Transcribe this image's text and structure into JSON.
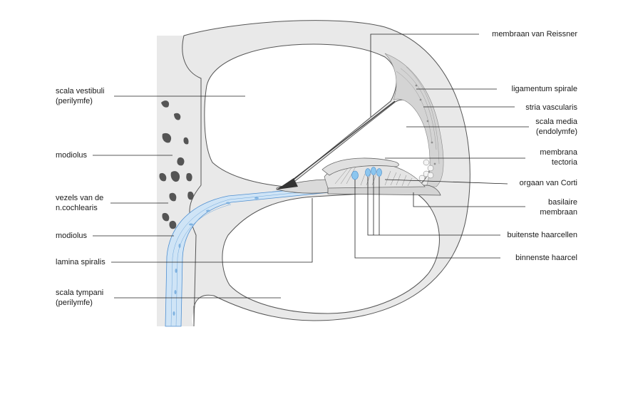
{
  "colors": {
    "bone": "#e9e9e9",
    "bone_edge": "#555555",
    "nerve": "#cfe4f6",
    "nerve_edge": "#4f8fd0",
    "hair_cell": "#8cc6ef",
    "leader": "#222222"
  },
  "labels_left": {
    "scala_vestibuli": [
      "scala vestibuli",
      "(perilymfe)"
    ],
    "modiolus_top": "modiolus",
    "vezels": [
      "vezels van de",
      "n.cochlearis"
    ],
    "modiolus_bottom": "modiolus",
    "lamina_spiralis": "lamina spiralis",
    "scala_tympani": [
      "scala tympani",
      "(perilymfe)"
    ]
  },
  "labels_right": {
    "membraan_reissner": "membraan van Reissner",
    "ligamentum_spirale": "ligamentum spirale",
    "stria_vascularis": "stria vascularis",
    "scala_media": [
      "scala media",
      "(endolymfe)"
    ],
    "membrana_tectoria": [
      "membrana",
      "tectoria"
    ],
    "orgaan_corti": "orgaan van Corti",
    "basilaire_membraan": [
      "basilaire",
      "membraan"
    ],
    "buitenste_haarcellen": "buitenste haarcellen",
    "binnenste_haarcel": "binnenste haarcel"
  }
}
